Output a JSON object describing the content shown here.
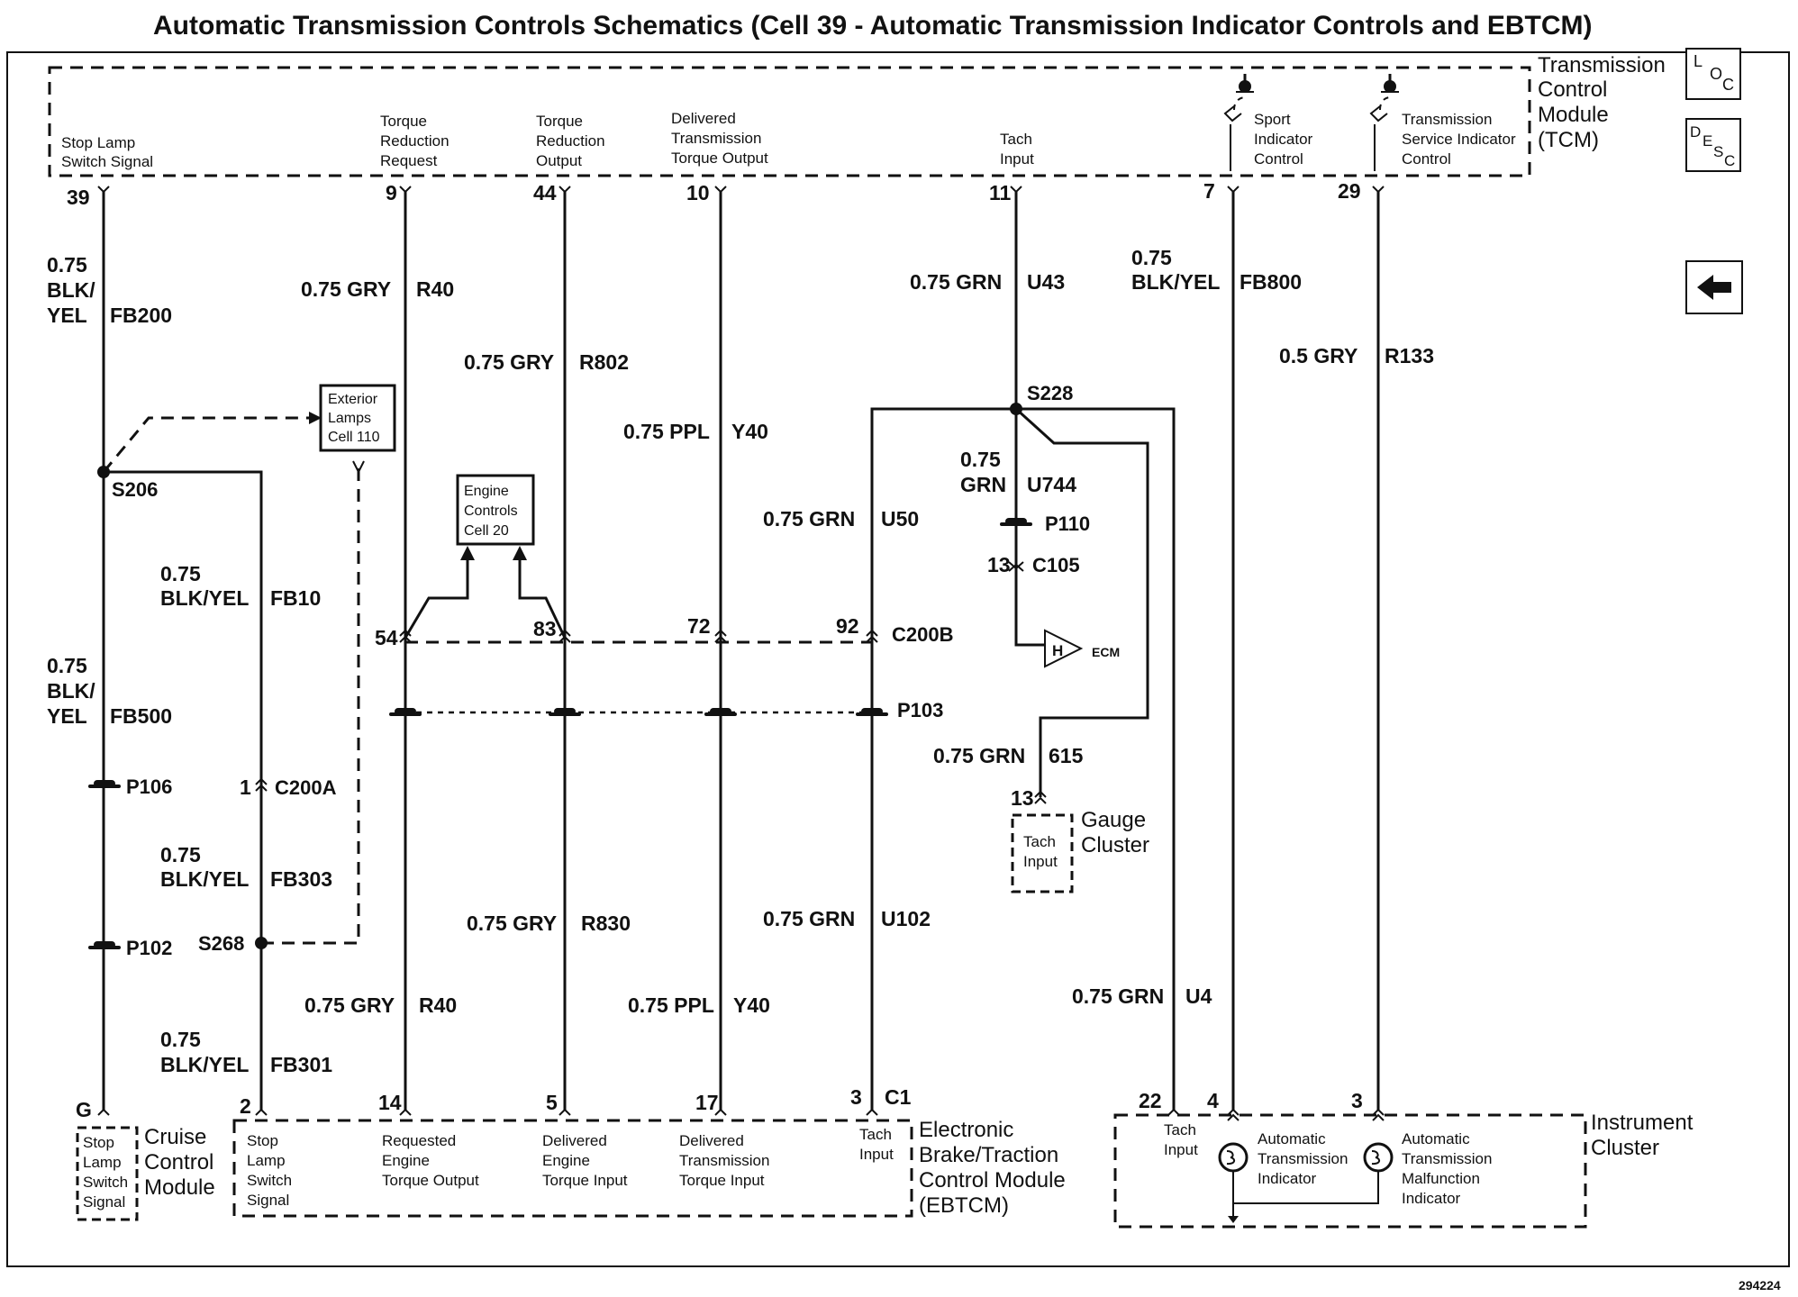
{
  "title": "Automatic Transmission Controls Schematics (Cell 39 - Automatic Transmission Indicator Controls and EBTCM)",
  "figure_number": "294224",
  "nav": {
    "loc_button": "LOC",
    "desc_button": "DESC",
    "back_button": "back-arrow-icon"
  },
  "tcm": {
    "name": [
      "Transmission",
      "Control",
      "Module",
      "(TCM)"
    ],
    "functions": {
      "stop_lamp": [
        "Stop Lamp",
        "Switch Signal"
      ],
      "torque_red_req": [
        "Torque",
        "Reduction",
        "Request"
      ],
      "torque_red_out": [
        "Torque",
        "Reduction",
        "Output"
      ],
      "deliv_torque_out": [
        "Delivered",
        "Transmission",
        "Torque Output"
      ],
      "tach_input": [
        "Tach",
        "Input"
      ],
      "sport_ind": [
        "Sport",
        "Indicator",
        "Control"
      ],
      "trans_svc_ind": [
        "Transmission",
        "Service Indicator",
        "Control"
      ]
    },
    "pins": {
      "p39": "39",
      "p9": "9",
      "p44": "44",
      "p10": "10",
      "p11": "11",
      "p7": "7",
      "p29": "29"
    }
  },
  "wires": {
    "fb200": [
      "0.75",
      "BLK/",
      "YEL",
      "FB200"
    ],
    "r40_top": [
      "0.75 GRY",
      "R40"
    ],
    "r802": [
      "0.75 GRY",
      "R802"
    ],
    "y40_top": [
      "0.75 PPL",
      "Y40"
    ],
    "u43": [
      "0.75 GRN",
      "U43"
    ],
    "fb800": [
      "0.75",
      "BLK/YEL",
      "FB800"
    ],
    "r133": [
      "0.5 GRY",
      "R133"
    ],
    "u744": [
      "0.75",
      "GRN",
      "U744"
    ],
    "u50": [
      "0.75 GRN",
      "U50"
    ],
    "fb10": [
      "0.75",
      "BLK/YEL",
      "FB10"
    ],
    "fb500": [
      "0.75",
      "BLK/",
      "YEL",
      "FB500"
    ],
    "w615": [
      "0.75 GRN",
      "615"
    ],
    "fb303": [
      "0.75",
      "BLK/YEL",
      "FB303"
    ],
    "r830": [
      "0.75 GRY",
      "R830"
    ],
    "u102": [
      "0.75 GRN",
      "U102"
    ],
    "r40_bot": [
      "0.75 GRY",
      "R40"
    ],
    "y40_bot": [
      "0.75 PPL",
      "Y40"
    ],
    "u4": [
      "0.75 GRN",
      "U4"
    ],
    "fb301": [
      "0.75",
      "BLK/YEL",
      "FB301"
    ]
  },
  "components": {
    "s206": "S206",
    "s228": "S228",
    "s268": "S268",
    "p110": "P110",
    "c105": "C105",
    "c105_pin": "13",
    "ecm": "ECM",
    "ecm_pin": "H",
    "c200b": "C200B",
    "c200b_pins": {
      "a": "54",
      "b": "83",
      "c": "72",
      "d": "92"
    },
    "p103": "P103",
    "p106": "P106",
    "p102": "P102",
    "c200a": "C200A",
    "c200a_pin": "1",
    "ext_lamps": [
      "Exterior",
      "Lamps",
      "Cell 110"
    ],
    "eng_ctrl": [
      "Engine",
      "Controls",
      "Cell 20"
    ]
  },
  "gauge_cluster": {
    "name": [
      "Gauge",
      "Cluster"
    ],
    "func": [
      "Tach",
      "Input"
    ],
    "pin": "13"
  },
  "cruise": {
    "name": [
      "Cruise",
      "Control",
      "Module"
    ],
    "func": [
      "Stop",
      "Lamp",
      "Switch",
      "Signal"
    ],
    "pin": "G"
  },
  "ebtcm": {
    "name": [
      "Electronic",
      "Brake/Traction",
      "Control Module",
      "(EBTCM)"
    ],
    "connector": "C1",
    "pins": {
      "p2": "2",
      "p14": "14",
      "p5": "5",
      "p17": "17",
      "p3": "3"
    },
    "functions": {
      "stop_lamp": [
        "Stop",
        "Lamp",
        "Switch",
        "Signal"
      ],
      "req_torque": [
        "Requested",
        "Engine",
        "Torque Output"
      ],
      "deliv_engine": [
        "Delivered",
        "Engine",
        "Torque Input"
      ],
      "deliv_trans": [
        "Delivered",
        "Transmission",
        "Torque Input"
      ],
      "tach": [
        "Tach",
        "Input"
      ]
    }
  },
  "instrument_cluster": {
    "name": [
      "Instrument",
      "Cluster"
    ],
    "pins": {
      "p22": "22",
      "p4": "4",
      "p3": "3"
    },
    "functions": {
      "tach": [
        "Tach",
        "Input"
      ],
      "ati": [
        "Automatic",
        "Transmission",
        "Indicator"
      ],
      "atmi": [
        "Automatic",
        "Transmission",
        "Malfunction",
        "Indicator"
      ]
    }
  }
}
